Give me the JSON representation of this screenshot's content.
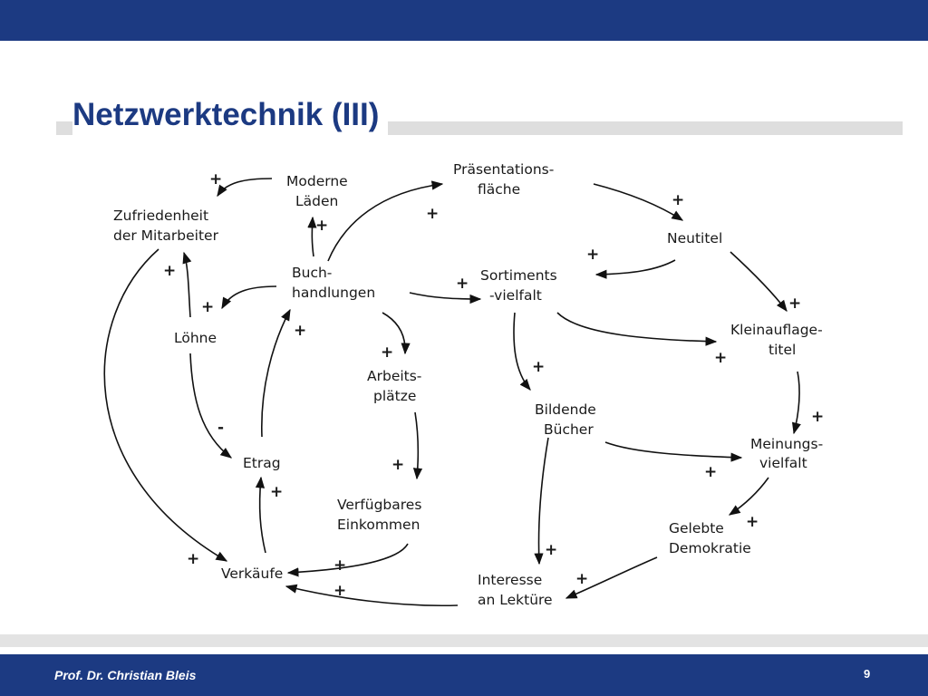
{
  "slide": {
    "title": "Netzwerktechnik (III)",
    "author": "Prof. Dr. Christian Bleis",
    "page_number": "9"
  },
  "nodes": {
    "moderne_laeden": [
      "Moderne",
      "Läden"
    ],
    "praesentationsflaeche": [
      "Präsentations-",
      "fläche"
    ],
    "zufriedenheit": [
      "Zufriedenheit",
      "der Mitarbeiter"
    ],
    "buchhandlungen": [
      "Buch-",
      "handlungen"
    ],
    "sortimentsvielfalt": [
      "Sortiments",
      "-vielfalt"
    ],
    "neutitel": [
      "Neutitel"
    ],
    "kleinauflagetitel": [
      "Kleinauflage-",
      "titel"
    ],
    "loehne": [
      "Löhne"
    ],
    "arbeitsplaetze": [
      "Arbeits-",
      "plätze"
    ],
    "bildende_buecher": [
      "Bildende",
      "Bücher"
    ],
    "etrag": [
      "Etrag"
    ],
    "meinungsvielfalt": [
      "Meinungs-",
      "vielfalt"
    ],
    "verfuegbares_einkommen": [
      "Verfügbares",
      "Einkommen"
    ],
    "gelebte_demokratie": [
      "Gelebte",
      "Demokratie"
    ],
    "verkaeufe": [
      "Verkäufe"
    ],
    "interesse": [
      "Interesse",
      "an Lektüre"
    ]
  },
  "signs": {
    "plus": "+",
    "minus": "-"
  }
}
